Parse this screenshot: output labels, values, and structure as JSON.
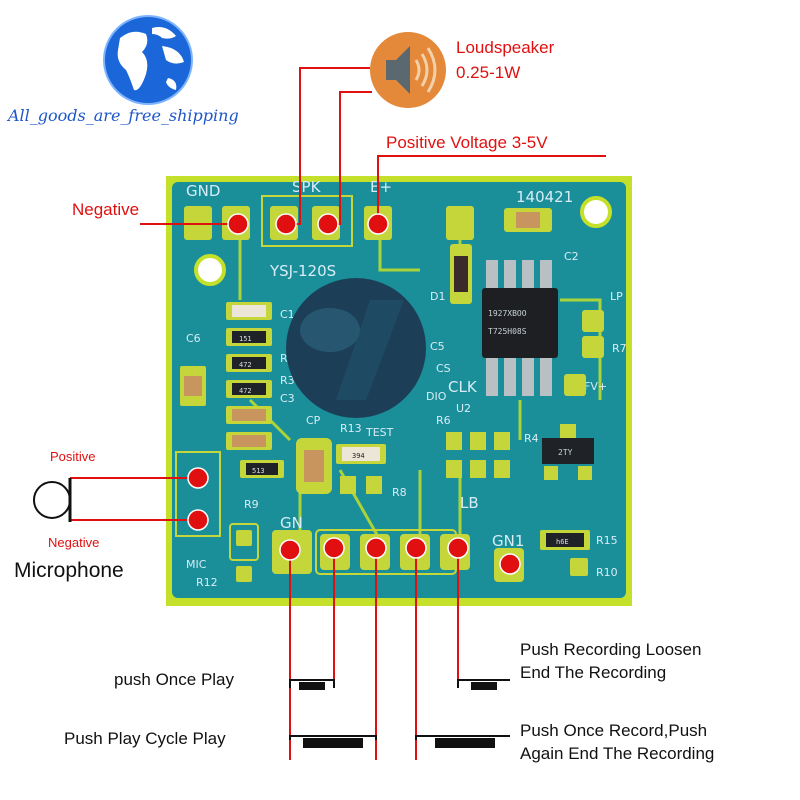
{
  "logo": {
    "text": "All_goods_are_free_shipping"
  },
  "labels": {
    "loudspeaker": "Loudspeaker",
    "loudspeaker_power": "0.25-1W",
    "positive_voltage": "Positive Voltage 3-5V",
    "negative": "Negative",
    "mic_positive": "Positive",
    "mic_negative": "Negative",
    "microphone": "Microphone",
    "push_once_play": "push Once Play",
    "push_play_cycle": "Push Play Cycle Play",
    "push_recording_line1": "Push Recording Loosen",
    "push_recording_line2": "End The Recording",
    "push_once_record_line1": "Push Once Record,Push",
    "push_once_record_line2": "Again End The Recording"
  },
  "pcb": {
    "gnd": "GND",
    "spk": "SPK",
    "e_plus": "E+",
    "board_code": "140421",
    "model": "YSJ-120S",
    "c1": "C1",
    "c2": "C2",
    "c3": "C3",
    "c5": "C5",
    "c6": "C6",
    "r1": "R1",
    "r3": "R3",
    "r4": "R4",
    "r6": "R6",
    "r7": "R7",
    "r8": "R8",
    "r9": "R9",
    "r12": "R12",
    "r13": "R13",
    "r15": "R15",
    "r10": "R10",
    "d1": "D1",
    "cs": "CS",
    "clk": "CLK",
    "dio": "DIO",
    "u2": "U2",
    "cp": "CP",
    "lp": "LP",
    "fv_plus": "FV+",
    "lb": "LB",
    "test": "TEST",
    "mic": "MIC",
    "gn": "GN",
    "gn1": "GN1",
    "chip_line1": "1927XBOO",
    "chip_line2": "T725H08S",
    "transistor": "2TY",
    "smd_151": "151",
    "smd_472a": "472",
    "smd_472b": "472",
    "smd_513": "513",
    "smd_394": "394",
    "smd_h6e": "h6E"
  },
  "colors": {
    "pcb": "#1a8f9a",
    "pcb_border": "#c4e02a",
    "pad": "#c4d63a",
    "wire": "#e01010",
    "speaker_bg": "#e4883a"
  }
}
